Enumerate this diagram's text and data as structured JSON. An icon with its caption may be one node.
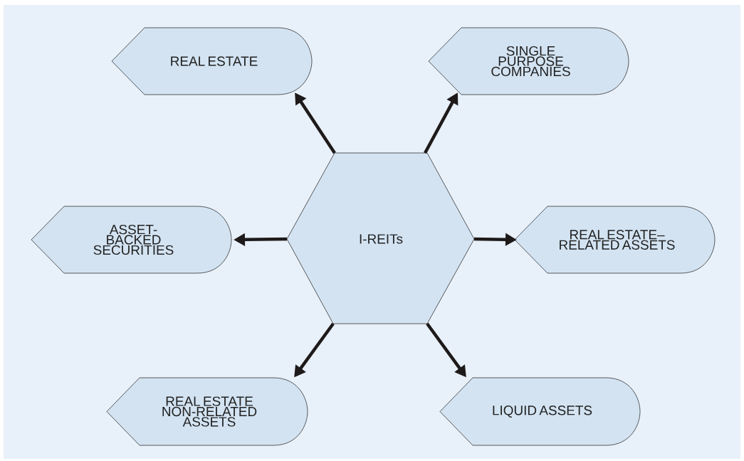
{
  "diagram": {
    "nodes": [
      {
        "text": [
          "I-REITs"
        ]
      },
      {
        "text": [
          "REAL ESTATE"
        ]
      },
      {
        "text": [
          "SINGLE PURPOSE COMPANIES"
        ]
      },
      {
        "text": [
          "ASSET-BACKED SECURITIES"
        ]
      },
      {
        "text": [
          "REAL ESTATE–RELATED ASSETS"
        ]
      },
      {
        "text": [
          "REAL ESTATE NON-RELATED ASSETS"
        ]
      },
      {
        "text": [
          "LIQUID ASSETS"
        ]
      }
    ],
    "edges": [
      {
        "from": 0,
        "to": 1,
        "arrow": "to"
      },
      {
        "from": 0,
        "to": 2,
        "arrow": "to"
      },
      {
        "from": 0,
        "to": 3,
        "arrow": "to"
      },
      {
        "from": 0,
        "to": 4,
        "arrow": "to"
      },
      {
        "from": 0,
        "to": 5,
        "arrow": "to"
      },
      {
        "from": 0,
        "to": 6,
        "arrow": "to"
      }
    ]
  }
}
